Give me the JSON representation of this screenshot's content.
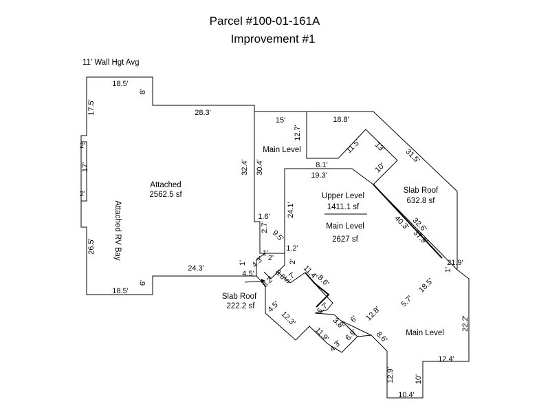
{
  "title": {
    "line1": "Parcel #100-01-161A",
    "line2": "Improvement #1"
  },
  "note": "11' Wall Hgt Avg",
  "areas": {
    "attached": {
      "name": "Attached",
      "area": "2562.5 sf"
    },
    "rv_bay": "Attached RV Bay",
    "main_level_top": "Main Level",
    "upper_level": {
      "name": "Upper Level",
      "area": "1411.1 sf"
    },
    "main_level_center": {
      "name": "Main Level",
      "area": "2627 sf"
    },
    "slab_roof_right": {
      "name": "Slab Roof",
      "area": "632.8 sf"
    },
    "slab_roof_left": {
      "name": "Slab Roof",
      "area": "222.2 sf"
    },
    "main_level_bottom": "Main Level"
  },
  "dimensions": {
    "d1": "18.5'",
    "d2": "8'",
    "d3": "17.5'",
    "d4": "28.3'",
    "d5": "2'",
    "d6": "17'",
    "d7": "2'",
    "d8": "26.5'",
    "d9": "18.5'",
    "d10": "6'",
    "d11": "24.3'",
    "d12": "1'",
    "d13": "4.5'",
    "d14": "32.4'",
    "d15": "15'",
    "d16": "12.7'",
    "d17": "18.8'",
    "d18": "30.4'",
    "d19": "11.5'",
    "d20": "13'",
    "d21": "31.5'",
    "d22": "8.1'",
    "d23": "10'",
    "d24": "19.3'",
    "d25": "24.1'",
    "d26": "1.6'",
    "d27": "2.7'",
    "d28": "9.5'",
    "d29": "1.2'",
    "d30": "32.6'",
    "d31": "40.3'",
    "d32": "37.9'",
    "d33": "1'",
    "d34": "4.3'",
    "d35": "2'",
    "d36": "2'",
    "d37": "8.6'",
    "d38": "5.7'",
    "d39": "8.2'",
    "d40": "11.4'",
    "d41": "8.6'",
    "d42": "21.9'",
    "d43": "1'",
    "d44": "18.5'",
    "d45": "5.7'",
    "d46": "4.5'",
    "d47": "12.3'",
    "d48": "5.7'",
    "d49": "3.8'",
    "d50": "6'",
    "d51": "12.8'",
    "d52": "11.9'",
    "d53": "6.9'",
    "d54": "4.3'",
    "d55": "8.6'",
    "d56": "22.2'",
    "d57": "12.4'",
    "d58": "12.9'",
    "d59": "10'",
    "d60": "10.4'"
  }
}
